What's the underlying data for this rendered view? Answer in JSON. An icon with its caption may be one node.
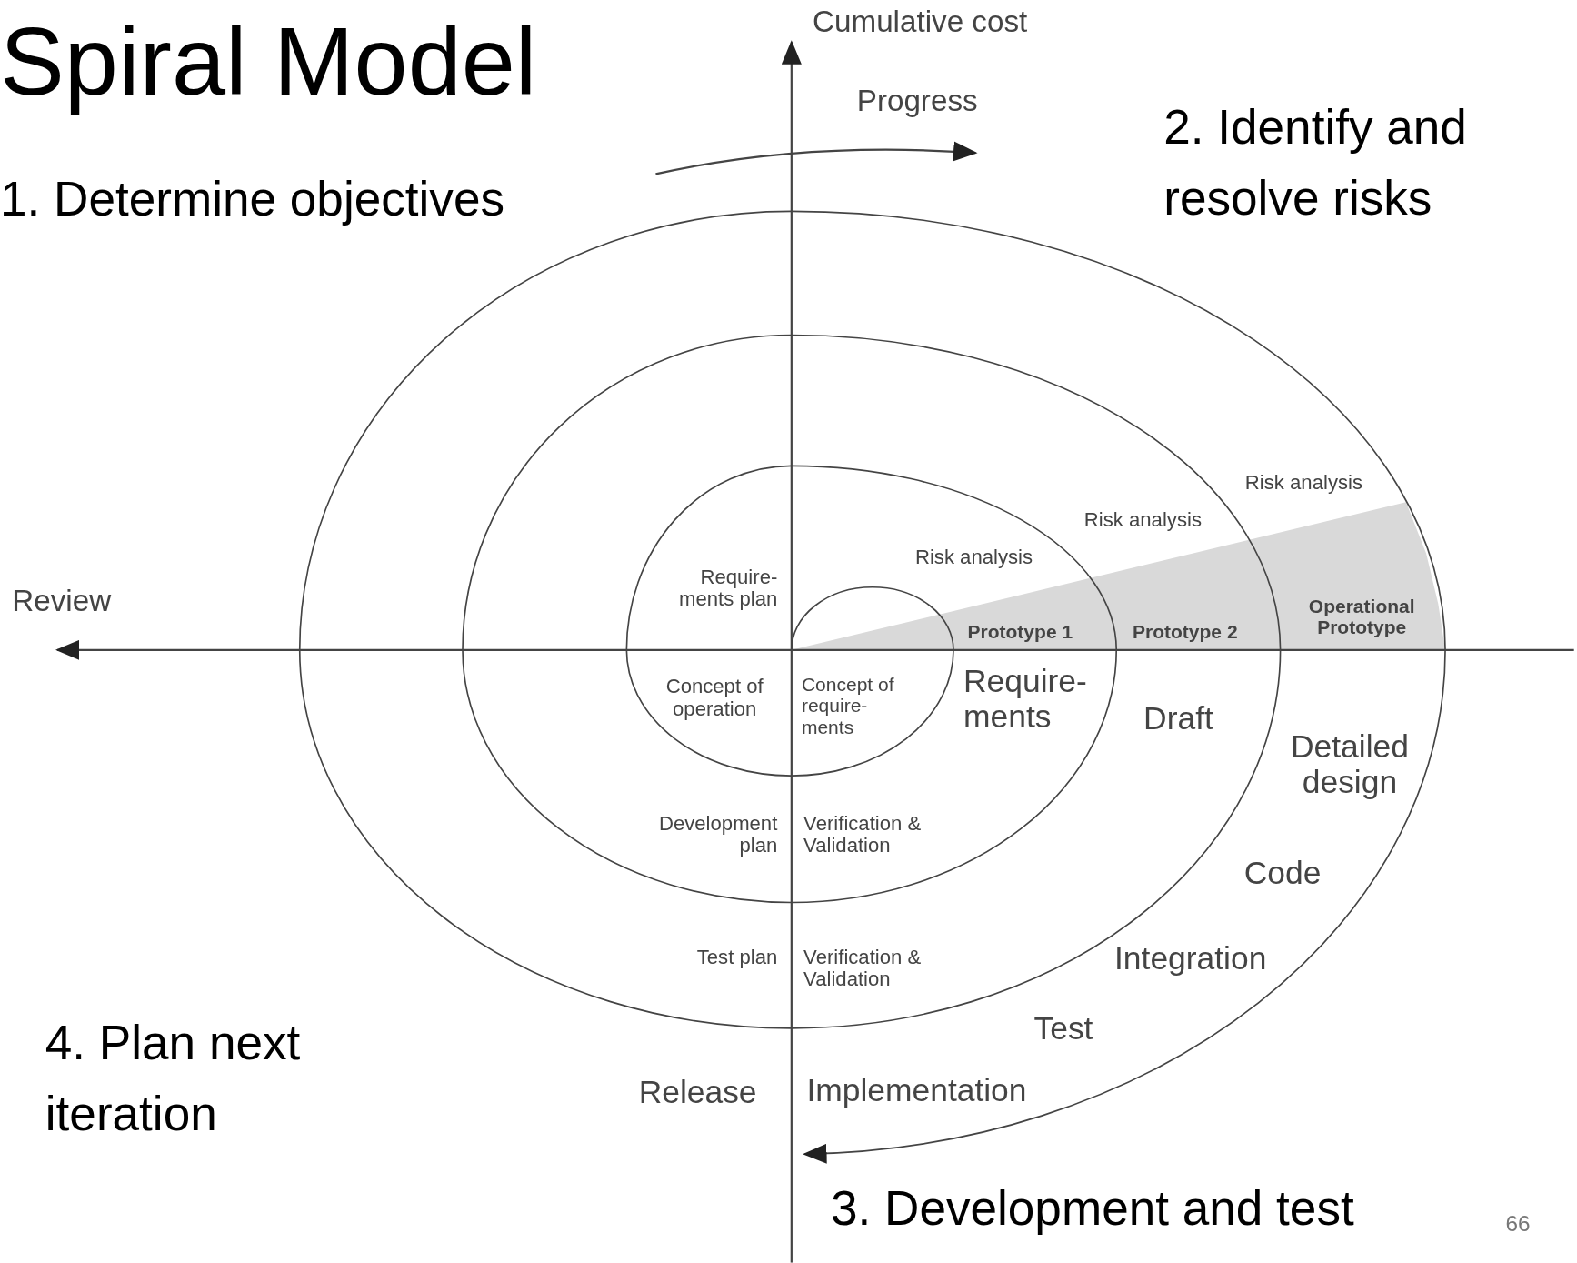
{
  "diagram": {
    "title": "Spiral Model",
    "labels": [
      "Cumulative cost",
      "Progress",
      "2. Identify and resolve risks",
      "1. Determine objectives",
      "Risk analysis",
      "Risk analysis",
      "Risk analysis",
      "Review",
      "Require- ments plan",
      "Operational Prototype",
      "Prototype 1",
      "Prototype 2",
      "Concept of operation",
      "Concept of require- ments",
      "Require- ments",
      "Draft",
      "Detailed design",
      "Development plan",
      "Verification & Validation",
      "Code",
      "Test plan",
      "Verification & Validation",
      "Integration",
      "4. Plan next iteration",
      "Test",
      "Release",
      "Implementation",
      "3. Development and test",
      "66"
    ]
  }
}
